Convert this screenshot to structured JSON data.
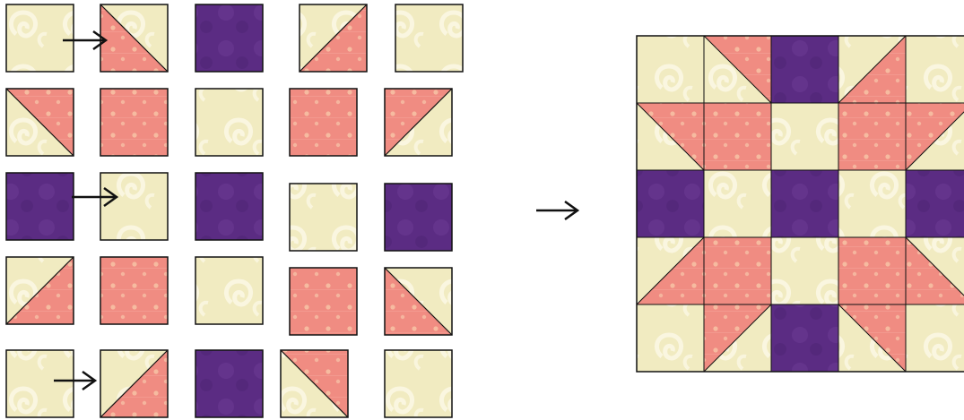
{
  "colors": {
    "cream": "#f1ebc1",
    "cream_swirl": "#fbf8e4",
    "pink": "#f08c82",
    "pink_dot": "#f7c3a6",
    "purple": "#5b2c83",
    "purple_mottle": "#6b3b94",
    "outline": "#111111",
    "arrow": "#111111"
  },
  "layout_pieces": [
    [
      "cream",
      "hst-nw-cream-se-pink",
      "purple",
      "hst-nw-cream-se-pink-flipped",
      "cream"
    ],
    [
      "hst-ne-cream-sw-pink-diag",
      "pink",
      "cream",
      "pink",
      "hst-se-cream-nw-pink"
    ],
    [
      "purple",
      "cream",
      "purple",
      "cream",
      "purple"
    ],
    [
      "hst-nw-pink-se-cream",
      "pink",
      "cream",
      "pink",
      "hst-ne-pink-sw-cream"
    ],
    [
      "cream",
      "hst-nw-pink-se-cream",
      "purple",
      "hst-ne-pink-sw-cream",
      "cream"
    ]
  ],
  "finished_block": [
    [
      "cream",
      "hst-a",
      "purple",
      "hst-b",
      "cream"
    ],
    [
      "hst-c",
      "pink",
      "cream",
      "pink",
      "hst-d"
    ],
    [
      "purple",
      "cream",
      "purple",
      "cream",
      "purple"
    ],
    [
      "hst-e",
      "pink",
      "cream",
      "pink",
      "hst-f"
    ],
    [
      "cream",
      "hst-g",
      "purple",
      "hst-h",
      "cream"
    ]
  ],
  "icons": {
    "row_arrow": "right-arrow-icon",
    "block_arrow": "right-arrow-icon"
  }
}
